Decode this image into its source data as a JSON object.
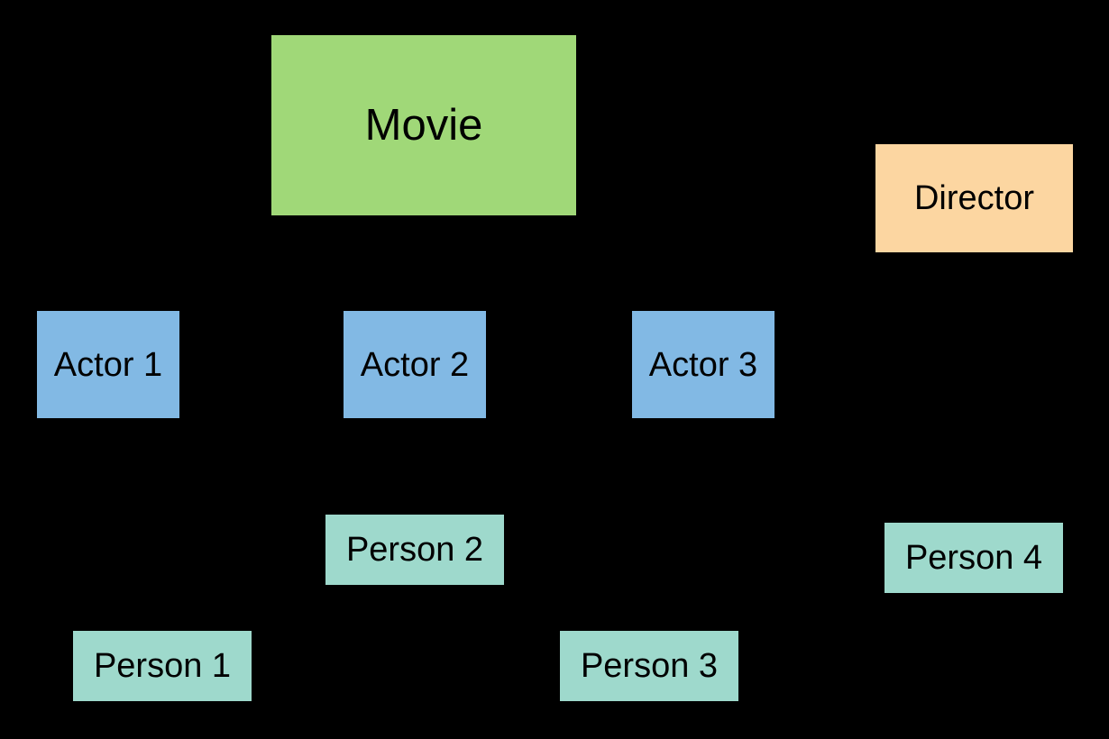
{
  "diagram": {
    "type": "entity-boxes",
    "background_color": "#000000",
    "text_color": "#000000",
    "groups": {
      "movie": {
        "label": "Movie",
        "color": "#a0d878"
      },
      "director": {
        "label": "Director",
        "color": "#fcd6a1"
      },
      "actors": {
        "color": "#82b9e4",
        "items": [
          {
            "label": "Actor 1"
          },
          {
            "label": "Actor 2"
          },
          {
            "label": "Actor 3"
          }
        ]
      },
      "persons": {
        "color": "#9ed9cc",
        "items": [
          {
            "label": "Person 1"
          },
          {
            "label": "Person 2"
          },
          {
            "label": "Person 3"
          },
          {
            "label": "Person 4"
          }
        ]
      }
    }
  }
}
